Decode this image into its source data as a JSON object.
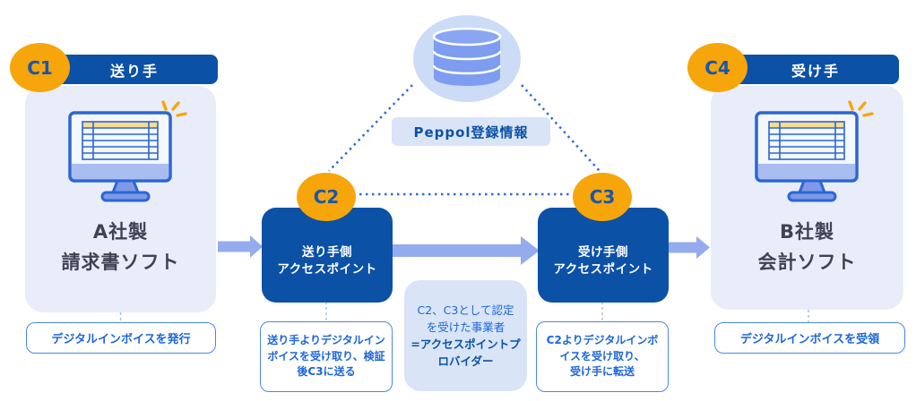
{
  "colors": {
    "blue": "#0b51a6",
    "orange": "#f6a60a",
    "badge_ink": "#1a56ad",
    "card_bg": "#e9edf9",
    "arrow": "#94abee",
    "note_border": "#4a86ec",
    "link_blue": "#1c66d9",
    "ink": "#3e4254",
    "soft_note_bg": "#d9e4f7",
    "db_bg": "#ccdbf6",
    "db_fill": "#7e9cf0",
    "db_top": "#8aa6f2",
    "dot_blue": "#2f6bd6",
    "dash_blue": "#a8c0ea",
    "monitor_stroke": "#2a66d4",
    "monitor_screen": "#f4f7fe",
    "monitor_strip": "#a9bdf1",
    "table_header": "#f9dc8d",
    "stand_fill": "#7e99e8"
  },
  "sender": {
    "badge": "C1",
    "header": "送り手",
    "title_line1": "A社製",
    "title_line2": "請求書ソフト",
    "note": "デジタルインボイスを発行"
  },
  "receiver": {
    "badge": "C4",
    "header": "受け手",
    "title_line1": "B社製",
    "title_line2": "会計ソフト",
    "note": "デジタルインボイスを受領"
  },
  "access_point_sender": {
    "badge": "C2",
    "label_line1": "送り手側",
    "label_line2": "アクセスポイント",
    "note_line1": "送り手よりデジタルイン",
    "note_line2": "ボイスを受け取り、検証",
    "note_line3": "後C3に送る"
  },
  "access_point_receiver": {
    "badge": "C3",
    "label_line1": "受け手側",
    "label_line2": "アクセスポイント",
    "note_line1": "C2よりデジタルインボ",
    "note_line2": "イスを受け取り、",
    "note_line3": "受け手に転送"
  },
  "registry": {
    "label": "Peppol登録情報"
  },
  "provider_note": {
    "line1": "C2、C3として認定",
    "line2": "を受けた事業者",
    "line3": "=アクセスポイントプ",
    "line4": "ロバイダー"
  }
}
